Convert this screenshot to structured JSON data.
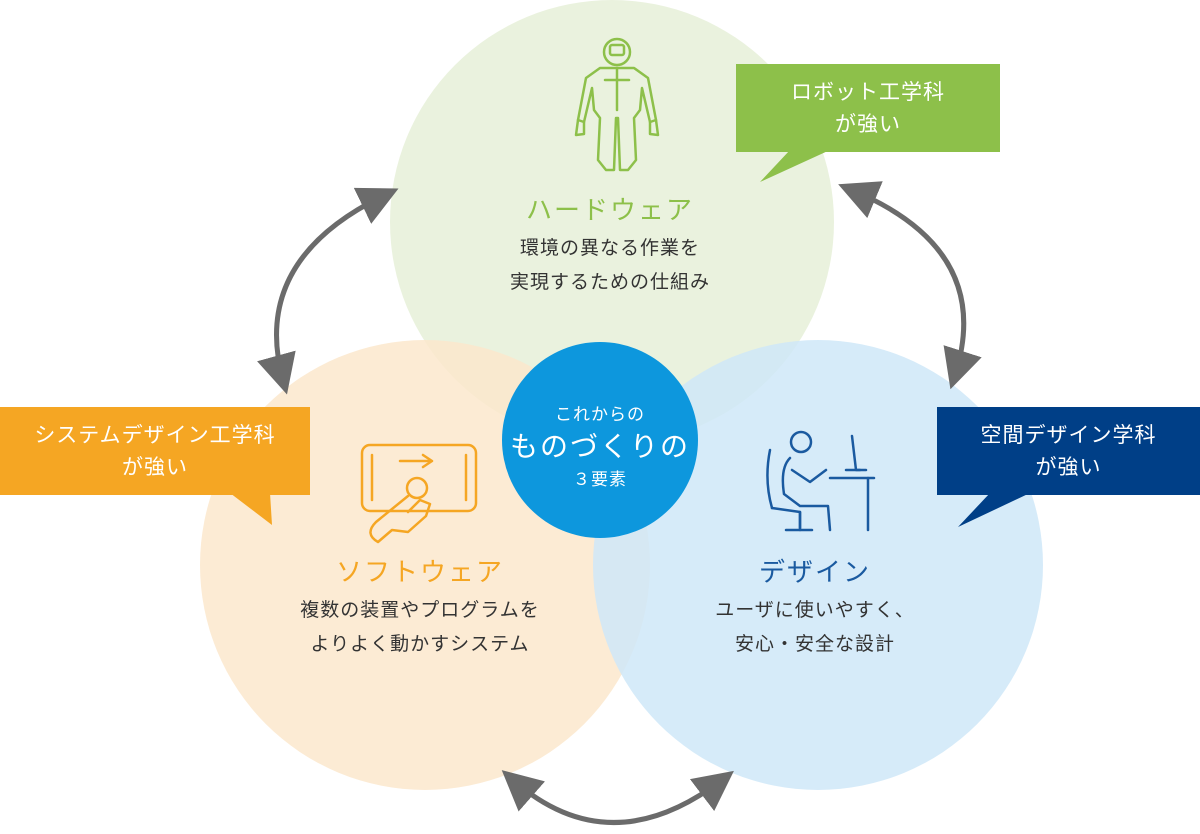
{
  "center": {
    "line1": "これからの",
    "line2": "ものづくりの",
    "line3": "３要素"
  },
  "hardware": {
    "title": "ハードウェア",
    "desc1": "環境の異なる作業を",
    "desc2": "実現するための仕組み",
    "icon": "robot-suit-icon",
    "circle_color": "#e6f0d8",
    "title_color": "#8dc04a"
  },
  "software": {
    "title": "ソフトウェア",
    "desc1": "複数の装置やプログラムを",
    "desc2": "よりよく動かすシステム",
    "icon": "tablet-touch-icon",
    "circle_color": "#fbe8cc",
    "title_color": "#f5a623"
  },
  "design": {
    "title": "デザイン",
    "desc1": "ユーザに使いやすく、",
    "desc2": "安心・安全な設計",
    "icon": "desk-worker-icon",
    "circle_color": "#cfe7f8",
    "title_color": "#1a5aa0"
  },
  "callouts": {
    "robot": {
      "line1": "ロボット工学科",
      "line2": "が強い",
      "color": "#8dc04a"
    },
    "system": {
      "line1": "システムデザイン工学科",
      "line2": "が強い",
      "color": "#f5a623"
    },
    "space": {
      "line1": "空間デザイン学科",
      "line2": "が強い",
      "color": "#003f87"
    }
  },
  "colors": {
    "center_circle": "#0d97dd",
    "arrows": "#6b6b6b"
  }
}
